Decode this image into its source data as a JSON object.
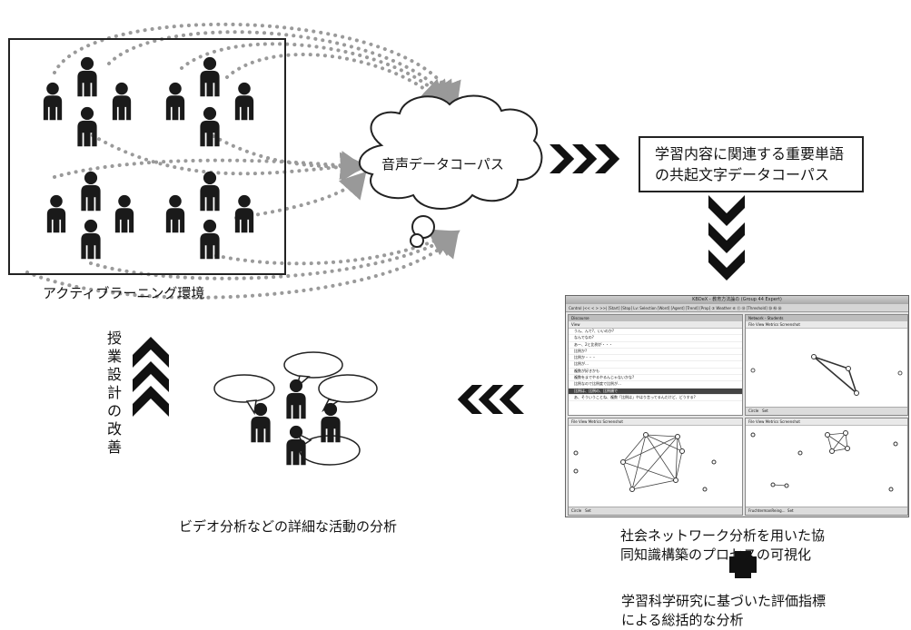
{
  "environment": {
    "label": "アクティブラーニング環境"
  },
  "cloud": {
    "label": "音声データコーパス"
  },
  "corpus": {
    "line1": "学習内容に関連する重要単語",
    "line2": "の共起文字データコーパス"
  },
  "design": {
    "chars": [
      "授",
      "業",
      "設",
      "計",
      "の",
      "改",
      "善"
    ]
  },
  "video": {
    "caption": "ビデオ分析などの詳細な活動の分析"
  },
  "network": {
    "line1": "社会ネットワーク分析を用いた協",
    "line2": "同知識構築のプロセスの可視化"
  },
  "evaluation": {
    "line1": "学習科学研究に基づいた評価指標",
    "line2": "による総括的な分析"
  },
  "icons": {
    "plus": "plus-icon",
    "chevron": "chevron-arrow-icon",
    "person": "person-icon",
    "speech": "speech-bubble-icon"
  },
  "screenshot": {
    "title": "KBDeX - 教育方法論の (Group 44 Expert)",
    "toolbar": "Control |<< < > >>| [Start] [Stop]  Lv: Selection [Word] [Agent] [Trend] [Prop] ③ Weather ⑥ ⑪ ⑱ [Threshold] ⑳ ㊵ ㊿",
    "discourse_header": "Discourse",
    "menu_view": "View",
    "network_header": "Network - Students",
    "network_menu": "File  View  Metrics  Screenshot",
    "circle_label": "Circle",
    "set_label": "Set",
    "fr_label": "FruchtermanReing...",
    "rows": [
      "うん、んで?、いいのか?",
      "なんでなの?",
      "あー、2と比例が・・・",
      "比例か?",
      "比例か・・・",
      "比例が…",
      "複数が好きかも",
      "複数をまでやるやるんじゃないかな?",
      "比例なので比例度で比例が…",
      "比例は、比例の、比例順で",
      "あ、そういうことね、複数「比例は」やはり言ってるんだけど、どうする?"
    ]
  }
}
